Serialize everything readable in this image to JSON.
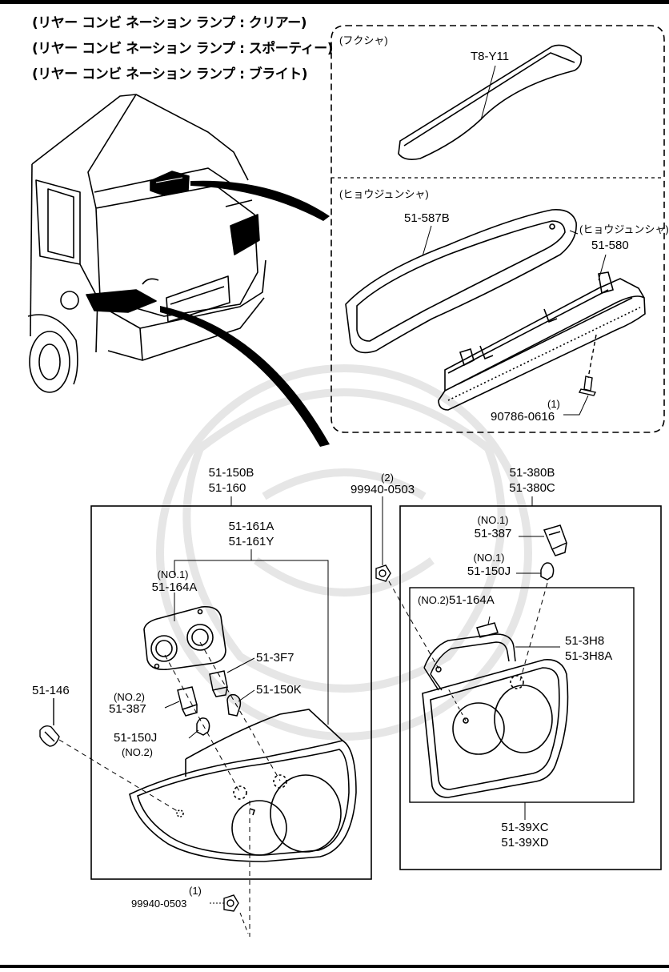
{
  "header_lines": [
    "(リヤー コンビ ネーション ランプ : クリアー)",
    "(リヤー コンビ ネーション ランプ : スポーティー)",
    "(リヤー コンビ ネーション ランプ : ブライト)"
  ],
  "brake_light_panel": {
    "section_optional": "(フクシャ)",
    "section_standard": "(ヒョウジュンシャ)",
    "note_standard": "(ヒョウジュンシャ)",
    "parts": {
      "cover": "T8-Y11",
      "lens": "51-587B",
      "lamp": "51-580",
      "qty": "(1)",
      "screw": "90786-0616"
    }
  },
  "left_lamp": {
    "assy_1": "51-150B",
    "assy_2": "51-160",
    "body_1": "51-161A",
    "body_2": "51-161Y",
    "no1": "(NO.1)",
    "socket_plate": "51-164A",
    "socket_a": "51-3F7",
    "bulb_a": "51-150K",
    "no2_top": "(NO.2)",
    "socket_b": "51-387",
    "bulb_b": "51-150J",
    "no2_bottom": "(NO.2)",
    "clip": "51-146",
    "nut_qty": "(1)",
    "nut": "99940-0503"
  },
  "middle_nut": {
    "qty": "(2)",
    "part": "99940-0503"
  },
  "right_lamp": {
    "assy_1": "51-380B",
    "assy_2": "51-380C",
    "no1_a": "(NO.1)",
    "socket": "51-387",
    "no1_b": "(NO.1)",
    "bulb": "51-150J",
    "plate_prefix": "(NO.2)",
    "plate": "51-164A",
    "gasket_1": "51-3H8",
    "gasket_2": "51-3H8A",
    "lens_1": "51-39XC",
    "lens_2": "51-39XD"
  },
  "colors": {
    "ink": "#000000",
    "paper": "#ffffff",
    "watermark": "#ececec"
  }
}
